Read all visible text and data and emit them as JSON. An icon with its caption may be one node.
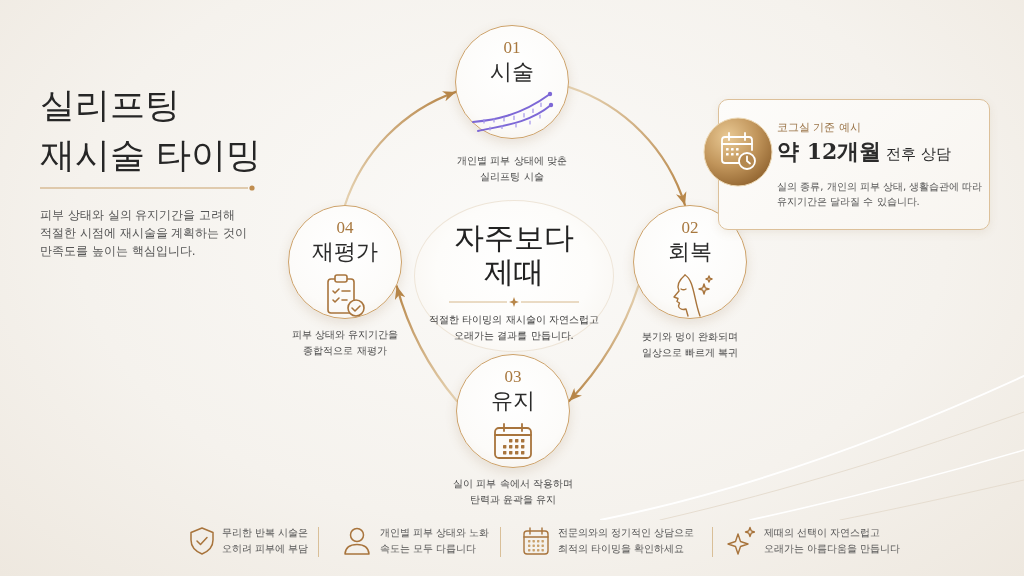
{
  "diagram": {
    "title": "실리프팅 재시술 타이밍",
    "nodes": [
      {
        "text": [
          "01",
          "시술"
        ],
        "beside": [
          "개인별 피부 상태에 맞춘 실리프팅 시술"
        ]
      },
      {
        "text": [
          "02",
          "회복"
        ],
        "beside": [
          "붓기와 멍이 완화되며 일상으로 빠르게 복귀"
        ]
      },
      {
        "text": [
          "03",
          "유지"
        ],
        "beside": [
          "실이 피부 속에서 작용하며 탄력과 윤곽을 유지"
        ]
      },
      {
        "text": [
          "04",
          "재평가"
        ],
        "beside": [
          "피부 상태와 유지기간을 종합적으로 재평가"
        ]
      },
      {
        "text": [
          "자주보다 제때",
          "적절한 타이밍의 재시술이 자연스럽고 오래가는 결과를 만듭니다."
        ]
      },
      {
        "text": [
          "코그실 기준 예시",
          "**약 12개월** 전후 상담",
          "실의 종류, 개인의 피부 상태, 생활습관에 따라 유지기간은 달라질 수 있습니다."
        ]
      }
    ],
    "edges": [
      {
        "from": 0,
        "to": 1,
        "arrow": "to"
      },
      {
        "from": 1,
        "to": 2,
        "arrow": "to"
      },
      {
        "from": 2,
        "to": 3,
        "arrow": "to"
      },
      {
        "from": 3,
        "to": 0,
        "arrow": "to"
      }
    ],
    "labels": [
      "피부 상태와 실의 유지기간을 고려해 적절한 시점에 재시술을 계획하는 것이 만족도를 높이는 핵심입니다.",
      "무리한 반복 시술은 오히려 피부에 부담",
      "개인별 피부 상태와 노화 속도는 모두 다릅니다",
      "전문의와의 정기적인 상담으로 최적의 타이밍을 확인하세요",
      "제때의 선택이 자연스럽고 오래가는 아름다움을 만듭니다"
    ]
  }
}
